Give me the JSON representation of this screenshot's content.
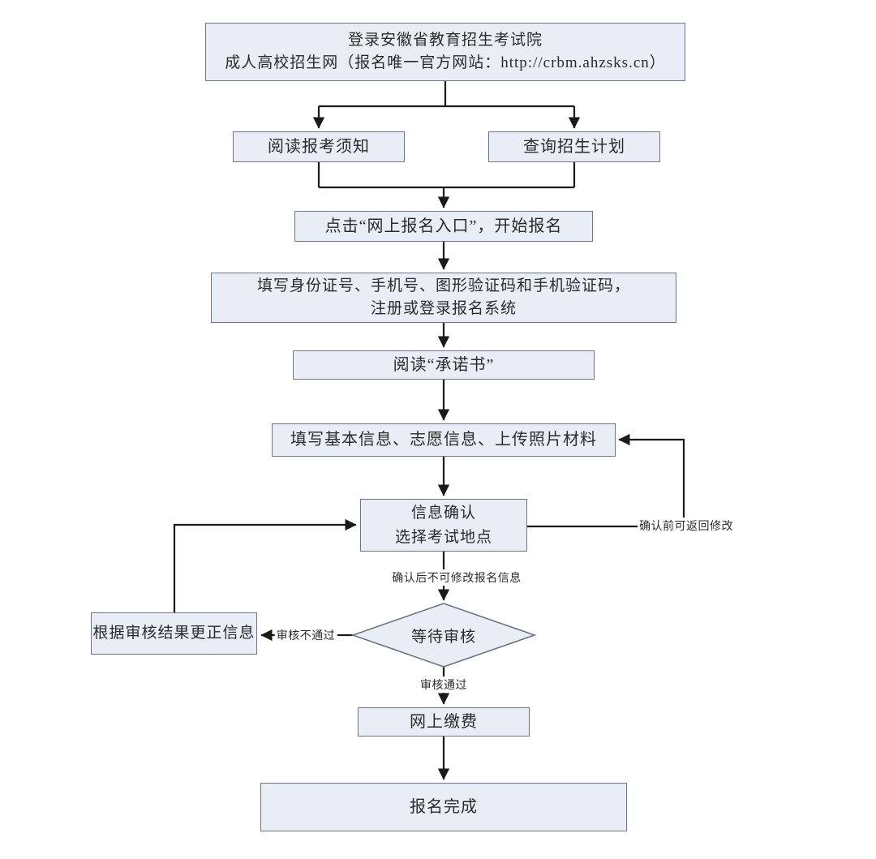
{
  "flowchart": {
    "type": "flowchart",
    "language": "zh-CN",
    "nodes": {
      "login": {
        "line1": "登录安徽省教育招生考试院",
        "line2": "成人高校招生网（报名唯一官方网站：http://crbm.ahzsks.cn）"
      },
      "read_notice": {
        "label": "阅读报考须知"
      },
      "query_plan": {
        "label": "查询招生计划"
      },
      "entry": {
        "label": "点击“网上报名入口”，开始报名"
      },
      "register": {
        "line1": "填写身份证号、手机号、图形验证码和手机验证码，",
        "line2": "注册或登录报名系统"
      },
      "commitment": {
        "label": "阅读“承诺书”"
      },
      "fill_info": {
        "label": "填写基本信息、志愿信息、上传照片材料"
      },
      "confirm": {
        "line1": "信息确认",
        "line2": "选择考试地点"
      },
      "review": {
        "label": "等待审核"
      },
      "correct": {
        "label": "根据审核结果更正信息"
      },
      "pay": {
        "label": "网上缴费"
      },
      "complete": {
        "label": "报名完成"
      }
    },
    "edge_labels": {
      "can_return_before_confirm": "确认前可返回修改",
      "no_modify_after_confirm": "确认后不可修改报名信息",
      "review_fail": "审核不通过",
      "review_pass": "审核通过"
    },
    "colors": {
      "node_fill": "#e9eef6",
      "node_border": "#6e7683",
      "line": "#1a1a1a",
      "text": "#2b2b2b",
      "background": "#ffffff"
    }
  }
}
